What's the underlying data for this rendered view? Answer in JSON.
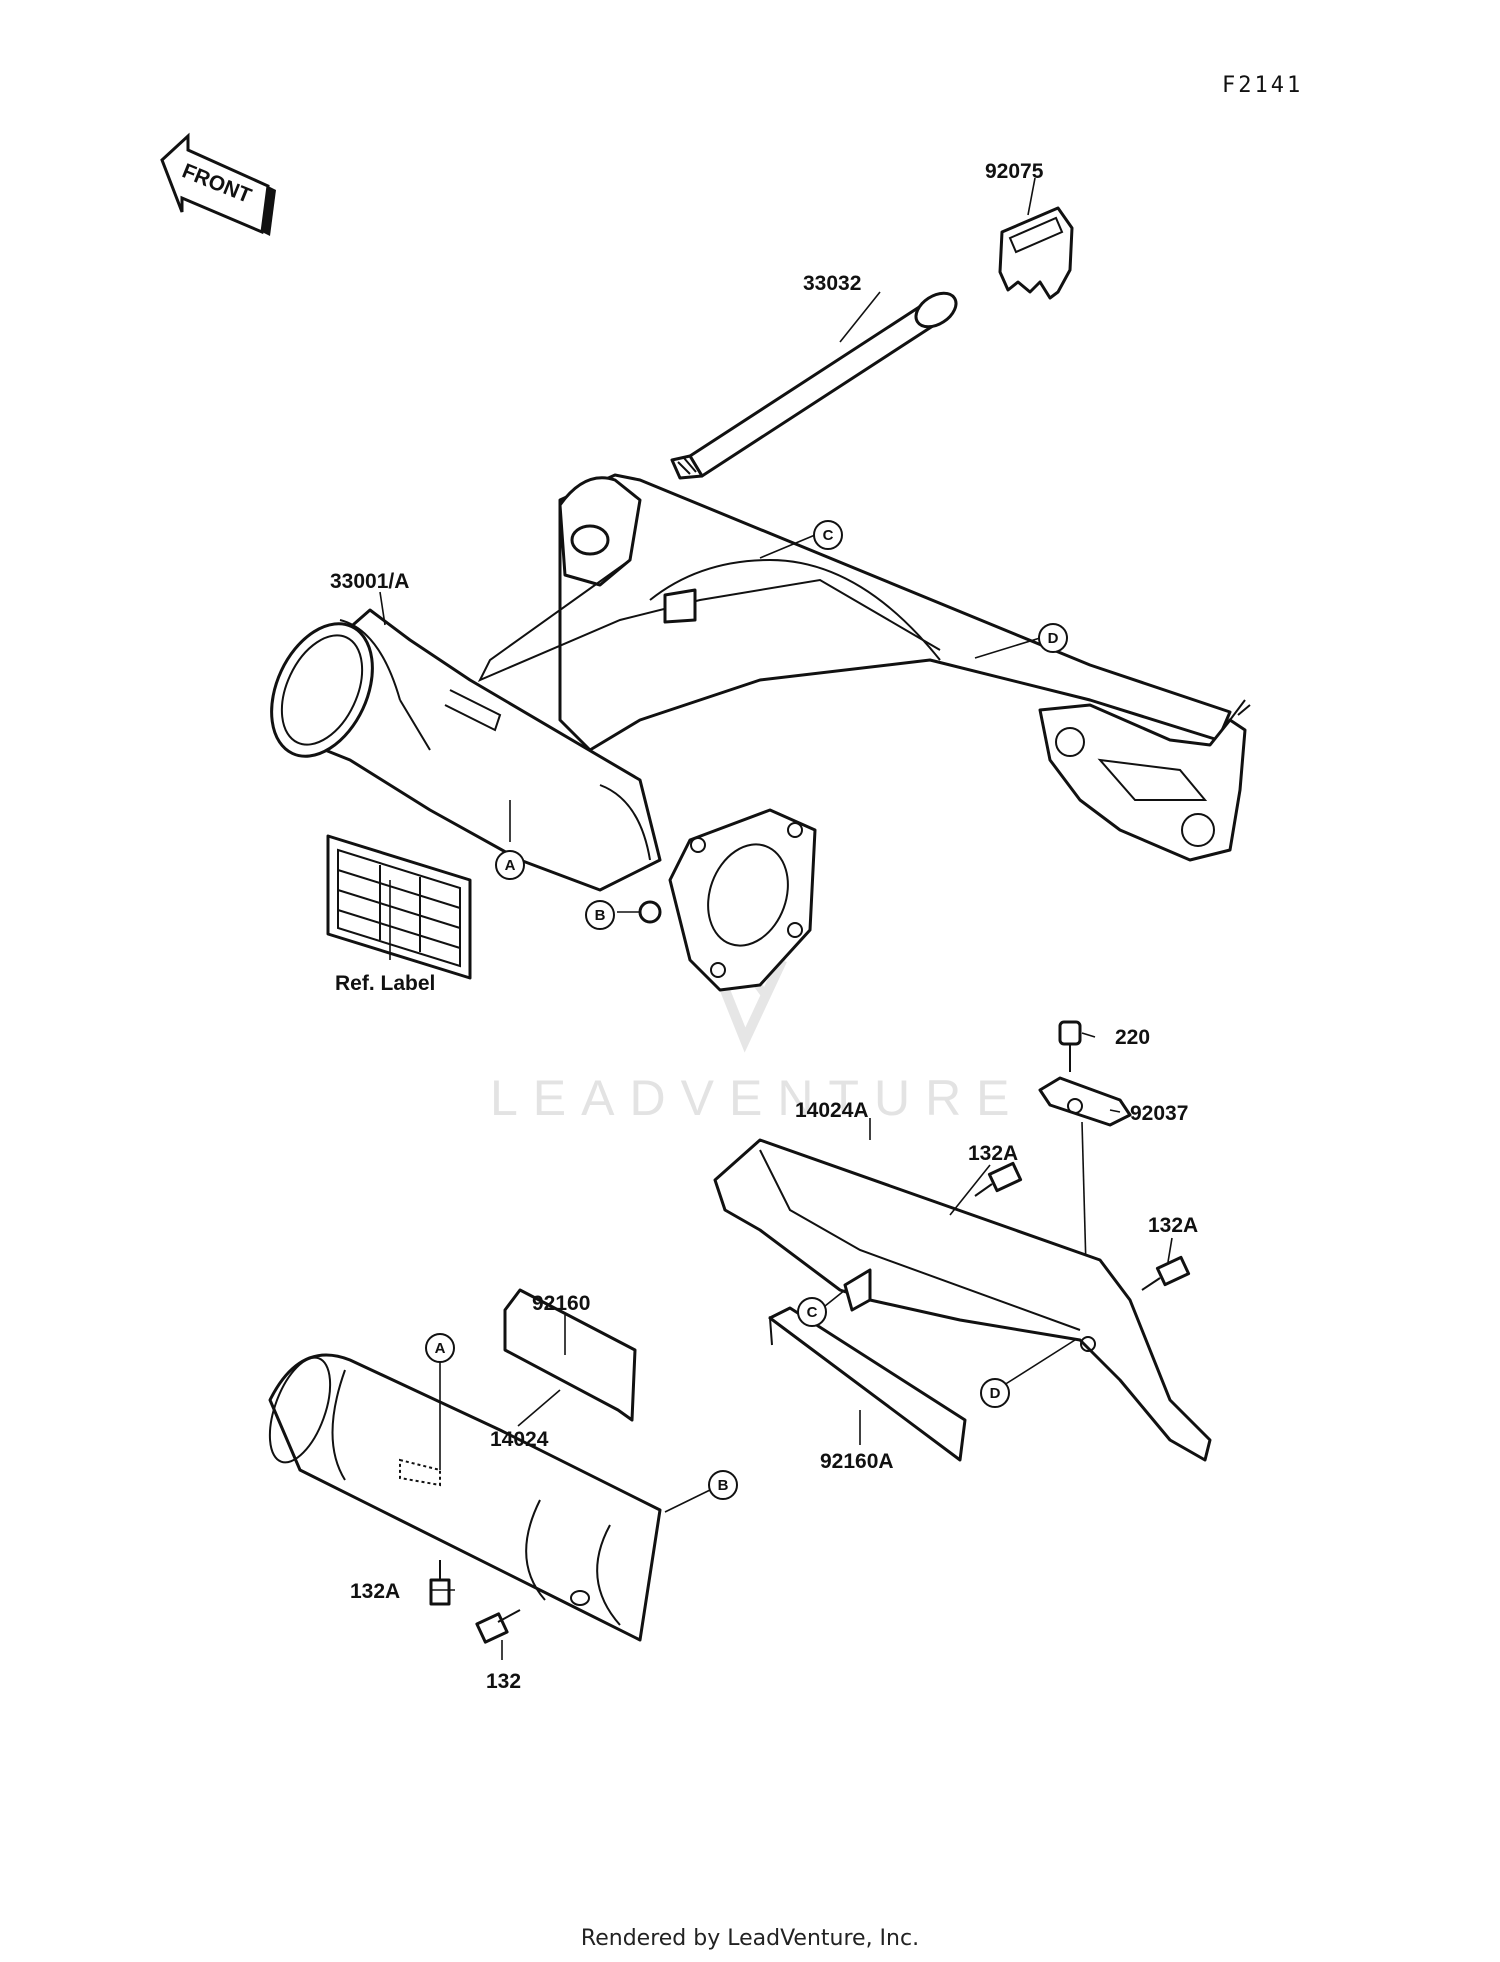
{
  "diagram_code": "F2141",
  "front_label": "FRONT",
  "watermark": "LEADVENTURE",
  "footer": "Rendered by LeadVenture, Inc.",
  "part_labels": {
    "p92075": "92075",
    "p33032": "33032",
    "p33001A": "33001/A",
    "ref_label": "Ref. Label",
    "p220": "220",
    "p92037": "92037",
    "p14024A": "14024A",
    "p132A_top": "132A",
    "p132A_right": "132A",
    "p92160": "92160",
    "p14024": "14024",
    "p92160A": "92160A",
    "p132A_left": "132A",
    "p132": "132"
  },
  "callouts": {
    "A": "A",
    "B": "B",
    "C": "C",
    "D": "D"
  }
}
